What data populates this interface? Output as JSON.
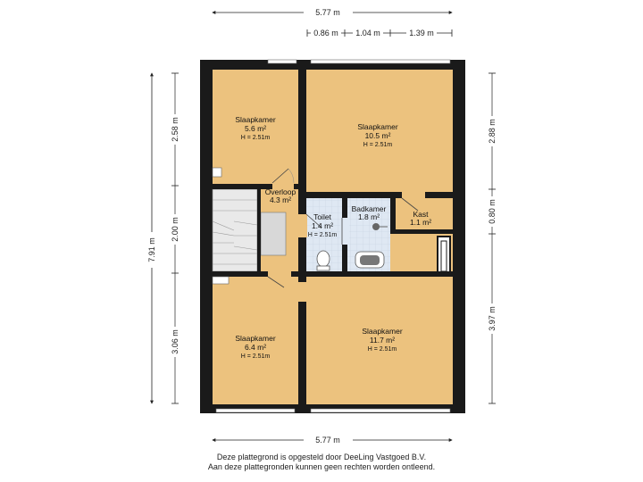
{
  "dimensions": {
    "top_total": "5.77 m",
    "top_seg_1": "0.86 m",
    "top_seg_2": "1.04 m",
    "top_seg_3": "1.39 m",
    "bottom_total": "5.77 m",
    "left_total": "7.91 m",
    "left_seg_1": "2.58 m",
    "left_seg_2": "2.00 m",
    "left_seg_3": "3.06 m",
    "right_seg_1": "2.88 m",
    "right_seg_2": "0.80 m",
    "right_seg_3": "3.97 m"
  },
  "rooms": {
    "slaapkamer_tl": {
      "name": "Slaapkamer",
      "area": "5.6 m²",
      "height": "H = 2.51m"
    },
    "slaapkamer_tr": {
      "name": "Slaapkamer",
      "area": "10.5 m²",
      "height": "H = 2.51m"
    },
    "overloop": {
      "name": "Overloop",
      "area": "4.3 m²"
    },
    "toilet": {
      "name": "Toilet",
      "area": "1.4 m²",
      "height": "H = 2.51m"
    },
    "badkamer": {
      "name": "Badkamer",
      "area": "1.8 m²"
    },
    "kast": {
      "name": "Kast",
      "area": "1.1 m²"
    },
    "slaapkamer_bl": {
      "name": "Slaapkamer",
      "area": "6.4 m²",
      "height": "H = 2.51m"
    },
    "slaapkamer_br": {
      "name": "Slaapkamer",
      "area": "11.7 m²",
      "height": "H = 2.51m"
    }
  },
  "footer": {
    "line1": "Deze plattegrond is opgesteld door DeeLing Vastgoed B.V.",
    "line2": "Aan deze plattegronden kunnen geen rechten worden ontleend."
  },
  "colors": {
    "wall": "#1a1a1a",
    "floor": "#ecc27e",
    "wet_room": "#dfe8f3",
    "stair": "#e9e9e9",
    "window": "#ffffff"
  }
}
